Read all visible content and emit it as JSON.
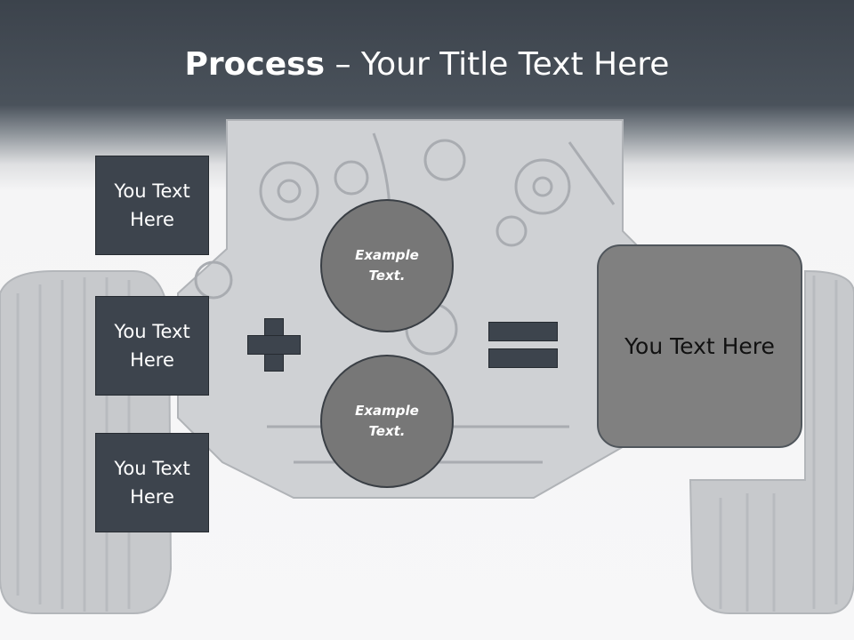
{
  "slide": {
    "title_bold": "Process",
    "title_rest": " – Your Title Text Here",
    "left_boxes": [
      {
        "label": "You Text Here"
      },
      {
        "label": "You Text Here"
      },
      {
        "label": "You Text Here"
      }
    ],
    "circles": [
      {
        "label": "Example Text."
      },
      {
        "label": "Example Text."
      }
    ],
    "result_label": "You Text Here"
  },
  "colors": {
    "header_dark": "#3c434c",
    "box_fill": "#3d444d",
    "circle_fill": "#777777",
    "result_fill": "#808080"
  },
  "icons": {
    "background_image": "engine-chassis-image",
    "operator_1": "plus-icon",
    "operator_2": "equals-icon"
  }
}
